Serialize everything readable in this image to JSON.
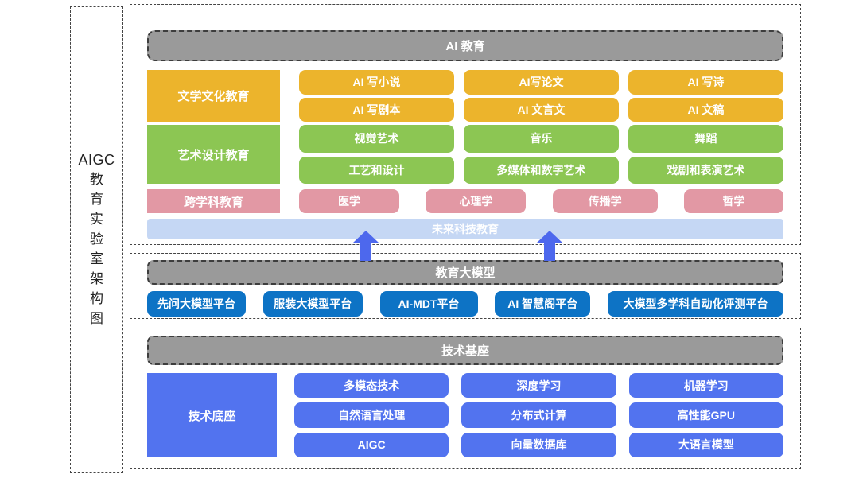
{
  "colors": {
    "orange": "#ecb42c",
    "green": "#8cc653",
    "pink": "#e298a4",
    "light_blue_bar": "#c5d7f4",
    "gray_header": "#9a9a9a",
    "platform_blue": "#0d73c5",
    "tech_blue": "#5273ef",
    "arrow_blue": "#4d68ed"
  },
  "sidebar": {
    "lines": [
      "AIGC",
      "教",
      "育",
      "实",
      "验",
      "室",
      "架",
      "构",
      "图"
    ]
  },
  "ai_education": {
    "header": "AI 教育",
    "groups": [
      {
        "label": "文学文化教育",
        "items": [
          "AI 写小说",
          "AI写论文",
          "AI 写诗",
          "AI 写剧本",
          "AI 文言文",
          "AI 文稿"
        ]
      },
      {
        "label": "艺术设计教育",
        "items": [
          "视觉艺术",
          "音乐",
          "舞蹈",
          "工艺和设计",
          "多媒体和数字艺术",
          "戏剧和表演艺术"
        ]
      },
      {
        "label": "跨学科教育",
        "items": [
          "医学",
          "心理学",
          "传播学",
          "哲学"
        ]
      }
    ],
    "footer_bar": "未来科技教育"
  },
  "education_models": {
    "header": "教育大模型",
    "platforms": [
      "先问大模型平台",
      "服装大模型平台",
      "AI-MDT平台",
      "AI 智慧阁平台",
      "大模型多学科自动化评测平台"
    ]
  },
  "tech_base": {
    "header": "技术基座",
    "label": "技术底座",
    "items": [
      [
        "多模态技术",
        "深度学习",
        "机器学习"
      ],
      [
        "自然语言处理",
        "分布式计算",
        "高性能GPU"
      ],
      [
        "AIGC",
        "向量数据库",
        "大语言模型"
      ]
    ]
  }
}
